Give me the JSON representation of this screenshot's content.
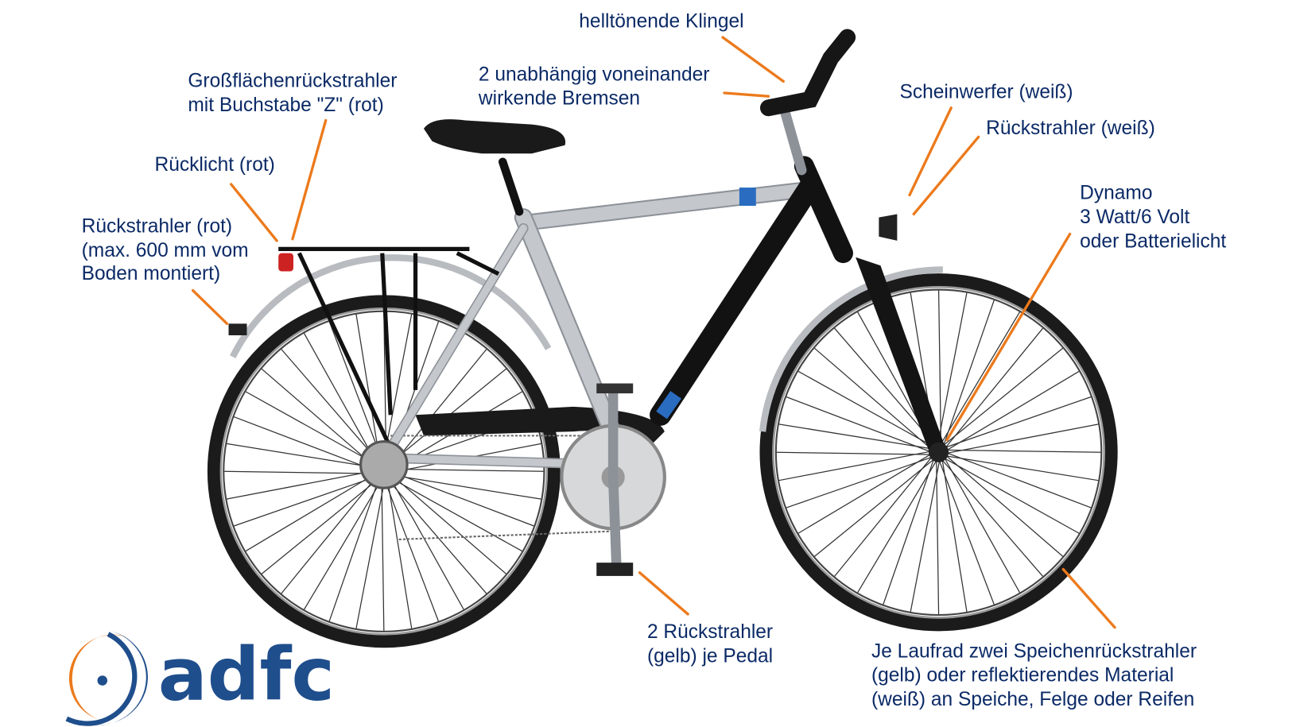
{
  "labels": {
    "bell": [
      "helltönende Klingel"
    ],
    "brakes": [
      "2 unabhängig voneinander",
      "wirkende Bremsen"
    ],
    "large_reflector": [
      "Großflächenrückstrahler",
      "mit Buchstabe \"Z\" (rot)"
    ],
    "rear_light": [
      "Rücklicht (rot)"
    ],
    "rear_reflector": [
      "Rückstrahler (rot)",
      "(max. 600 mm vom",
      "Boden montiert)"
    ],
    "headlight": [
      "Scheinwerfer (weiß)"
    ],
    "front_reflector": [
      "Rückstrahler (weiß)"
    ],
    "dynamo": [
      "Dynamo",
      "3 Watt/6 Volt",
      "oder Batterielicht"
    ],
    "pedal_reflectors": [
      "2 Rückstrahler",
      "(gelb) je Pedal"
    ],
    "spoke_reflectors": [
      "Je Laufrad zwei Speichenrückstrahler",
      "(gelb) oder reflektierendes Material",
      "(weiß) an Speiche, Felge oder Reifen"
    ]
  },
  "logo": {
    "text": "adfc"
  },
  "colors": {
    "label_text": "#0b2a66",
    "leader_line": "#ec7a1c",
    "logo_blue": "#1f4e8c",
    "logo_orange": "#ec7a1c"
  }
}
